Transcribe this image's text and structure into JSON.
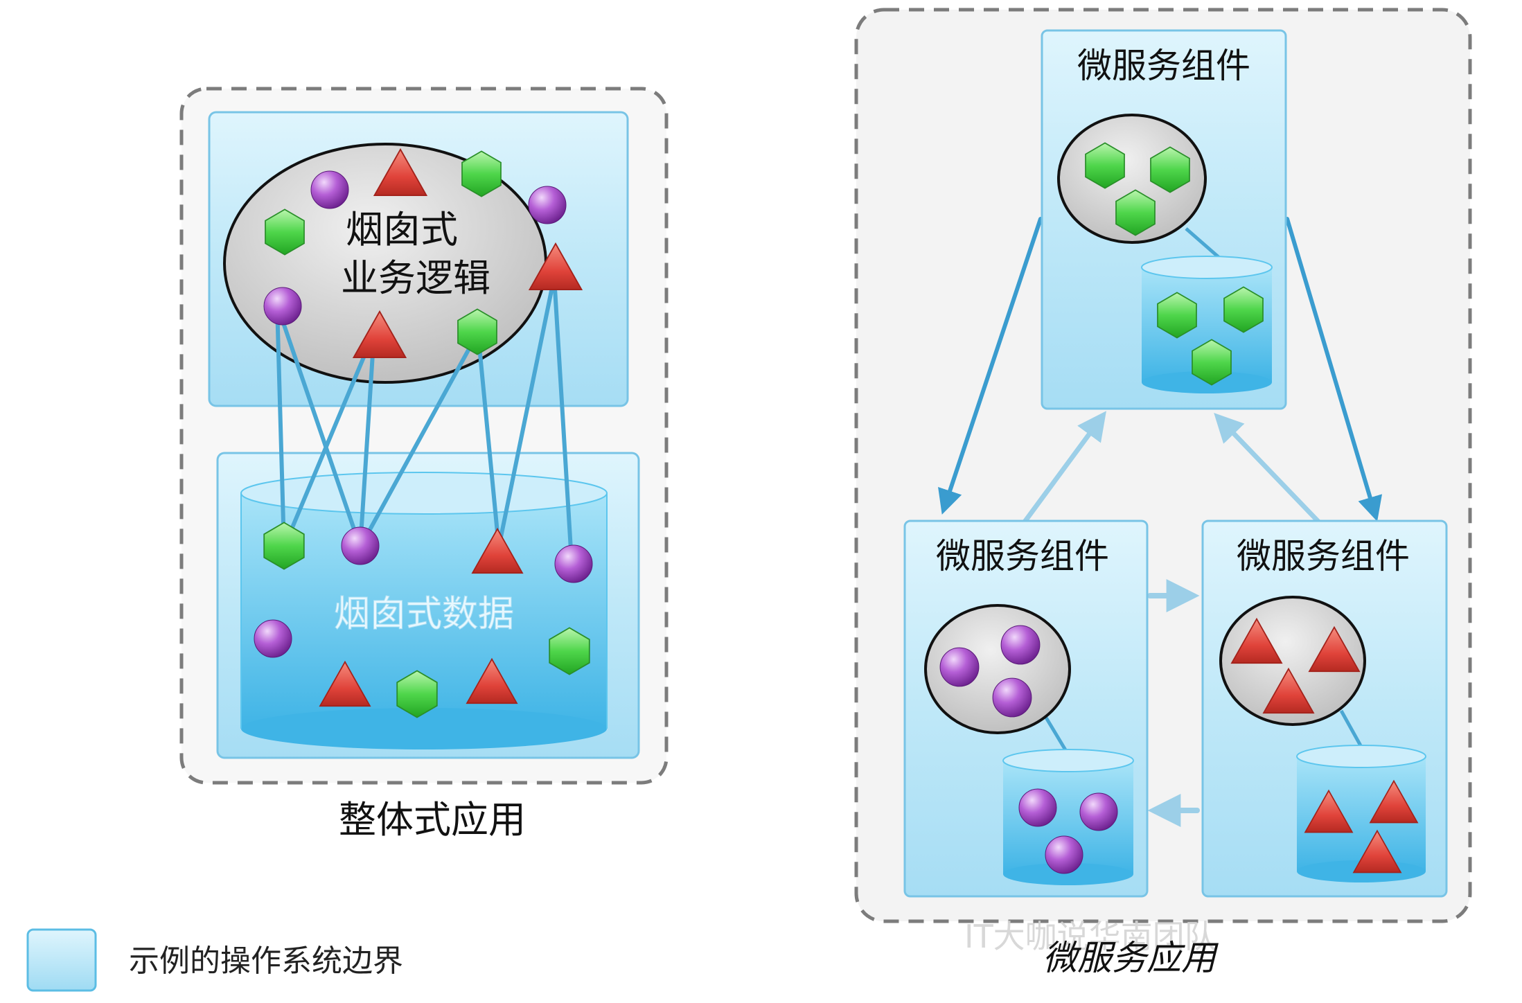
{
  "monolith": {
    "logic_label_line1": "烟囱式",
    "logic_label_line2": "业务逻辑",
    "data_label": "烟囱式数据",
    "caption": "整体式应用"
  },
  "microservices": {
    "component_title": "微服务组件",
    "caption": "微服务应用",
    "watermark": "IT大咖说华南团队"
  },
  "legend": {
    "label": "示例的操作系统边界"
  },
  "colors": {
    "os_box_fill": "#bfe8f8",
    "os_box_stroke": "#78c4e6",
    "db_fill": "#5cc6ee",
    "hexagon": "#3fcf3f",
    "sphere": "#a24ec6",
    "triangle": "#e0433a",
    "connector": "#4aa7d3",
    "ellipse_fill": "#dcdcdc"
  }
}
